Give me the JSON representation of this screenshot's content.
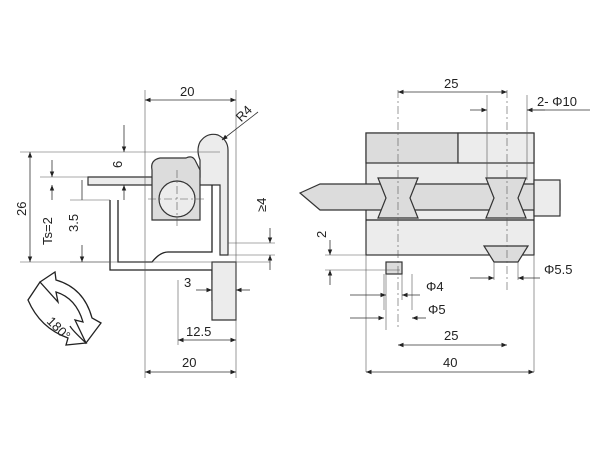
{
  "dimensions": {
    "left_top_width": "20",
    "radius": "R4",
    "height_total": "26",
    "thickness": "Ts=2",
    "offset_6": "6",
    "offset_3_5": "3.5",
    "min_4": "≥4",
    "gap_3": "3",
    "dist_12_5": "12.5",
    "left_bottom_width": "20",
    "right_top_25": "25",
    "holes_10": "2- Φ10",
    "right_2": "2",
    "dia_4": "Φ4",
    "dia_5": "Φ5",
    "dia_5_5": "Φ5.5",
    "right_bottom_25": "25",
    "right_bottom_40": "40",
    "rotation": "180°"
  }
}
